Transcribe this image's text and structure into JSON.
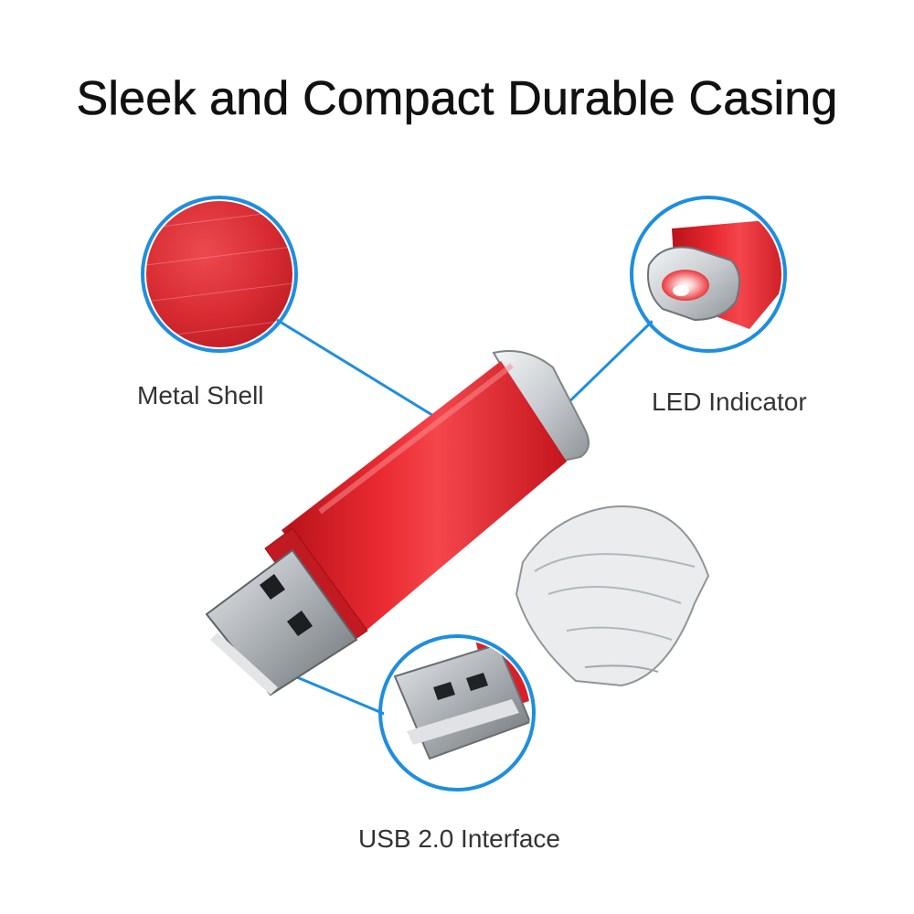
{
  "title": "Sleek and Compact Durable Casing",
  "callouts": {
    "metal_shell": "Metal Shell",
    "led_indicator": "LED Indicator",
    "usb_interface": "USB 2.0 Interface"
  },
  "colors": {
    "drive_red": "#e3232c",
    "callout_blue": "#1d8ee0",
    "connector_silver": "#b9bdc1"
  }
}
